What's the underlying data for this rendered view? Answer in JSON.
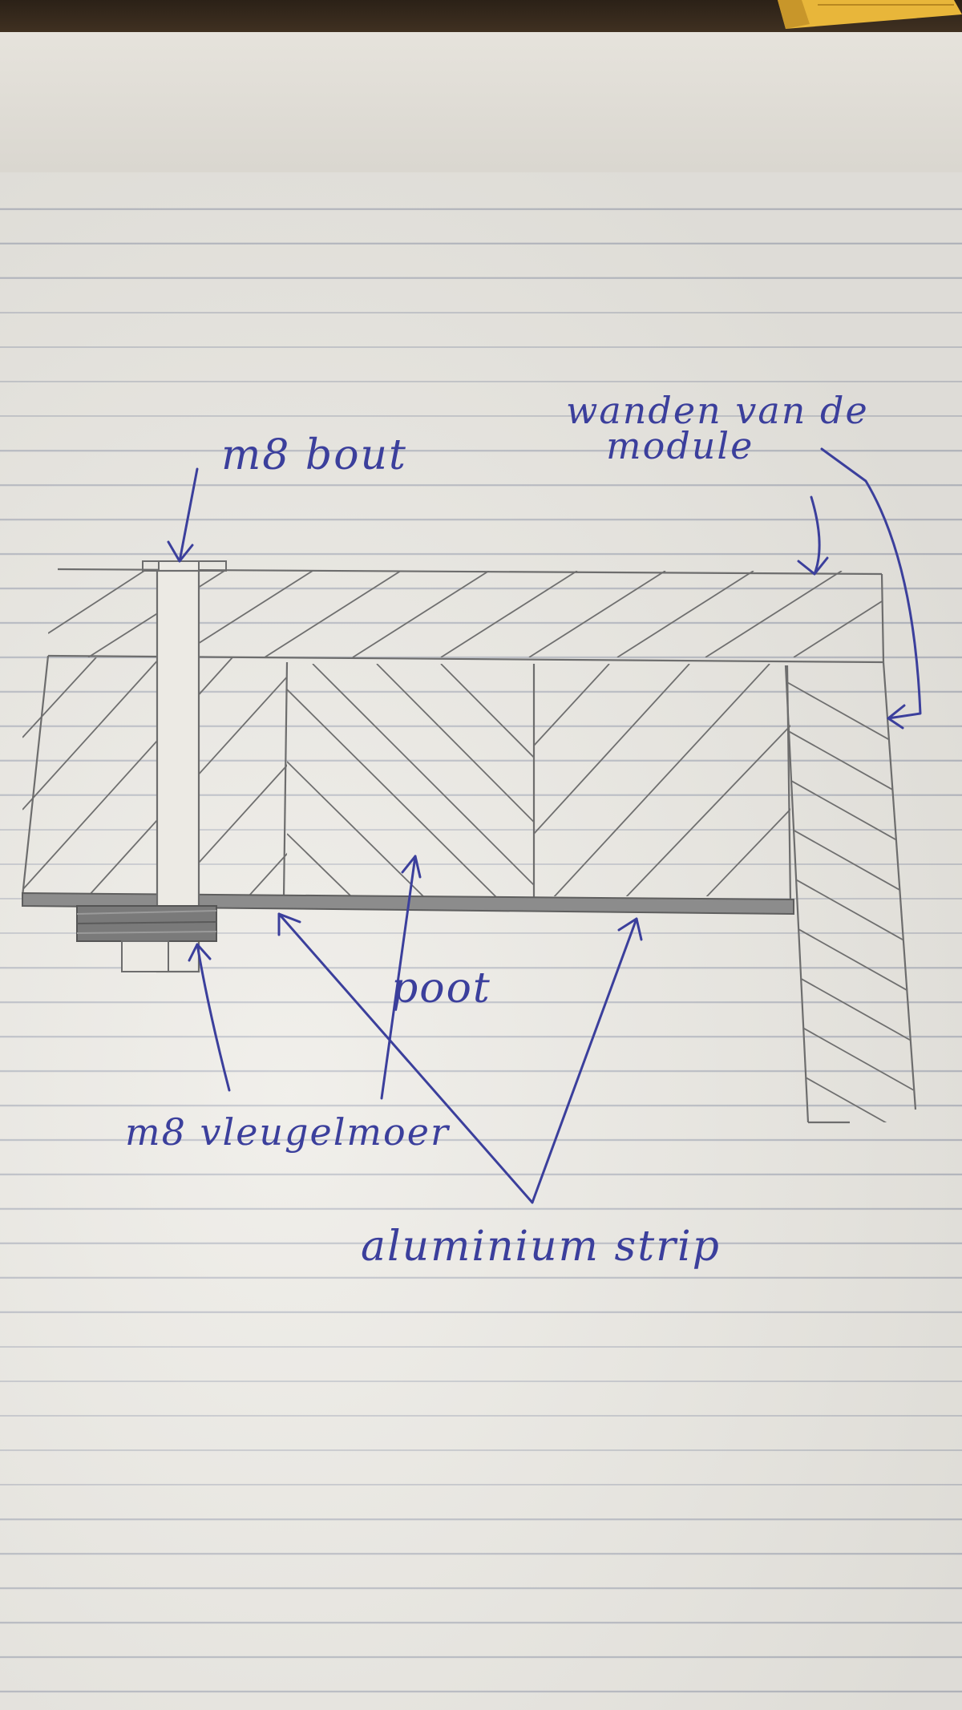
{
  "labels": {
    "bolt": "m8 bout",
    "walls_line1": "wanden van de",
    "walls_line2": "module",
    "leg": "poot",
    "wing_nut": "m8 vleugelmoer",
    "aluminium_strip": "aluminium strip"
  },
  "colors": {
    "ink": "#3b3f9c",
    "pencil": "#6d6d6d",
    "paper": "#eceae4",
    "rule_lines": "#b9bcc4"
  },
  "icons": {
    "pencil": "pencil-icon"
  }
}
